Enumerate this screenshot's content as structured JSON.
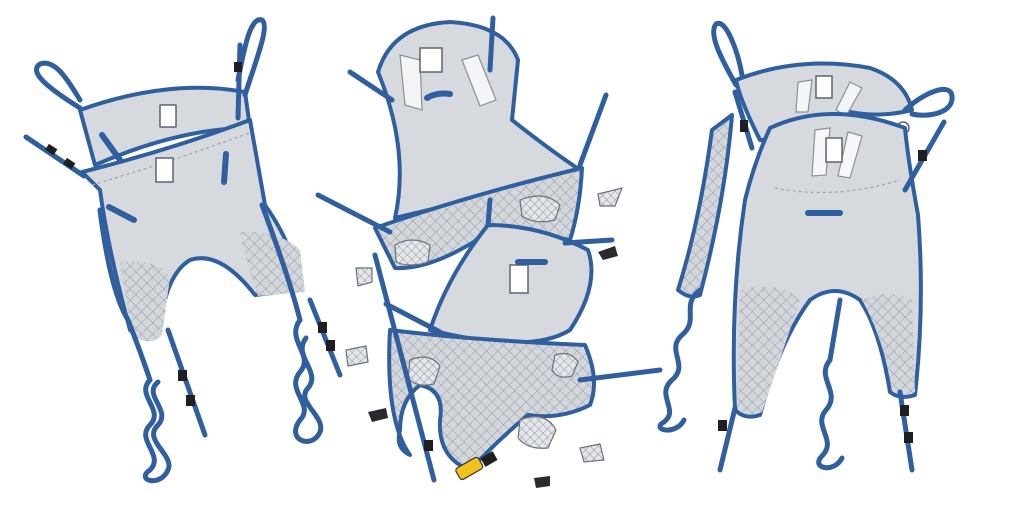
{
  "image": {
    "background_color": "#ffffff",
    "strap_color": "#2f5f9e",
    "fabric_color": "#d6d9de",
    "mesh_color": "#c9cdd3",
    "buckle_color": "#1f1f22",
    "accent_yellow": "#f2c21b"
  },
  "illustrations": [
    {
      "name": "sling-left",
      "views": 2,
      "icons": [
        "buckle-icon",
        "loop-strap-icon",
        "label-icon"
      ]
    },
    {
      "name": "sling-center",
      "views": 2,
      "icons": [
        "handle-icon",
        "padding-icon",
        "buckle-icon"
      ]
    },
    {
      "name": "sling-right",
      "views": 2,
      "icons": [
        "handle-icon",
        "loop-strap-icon",
        "label-icon"
      ]
    }
  ]
}
